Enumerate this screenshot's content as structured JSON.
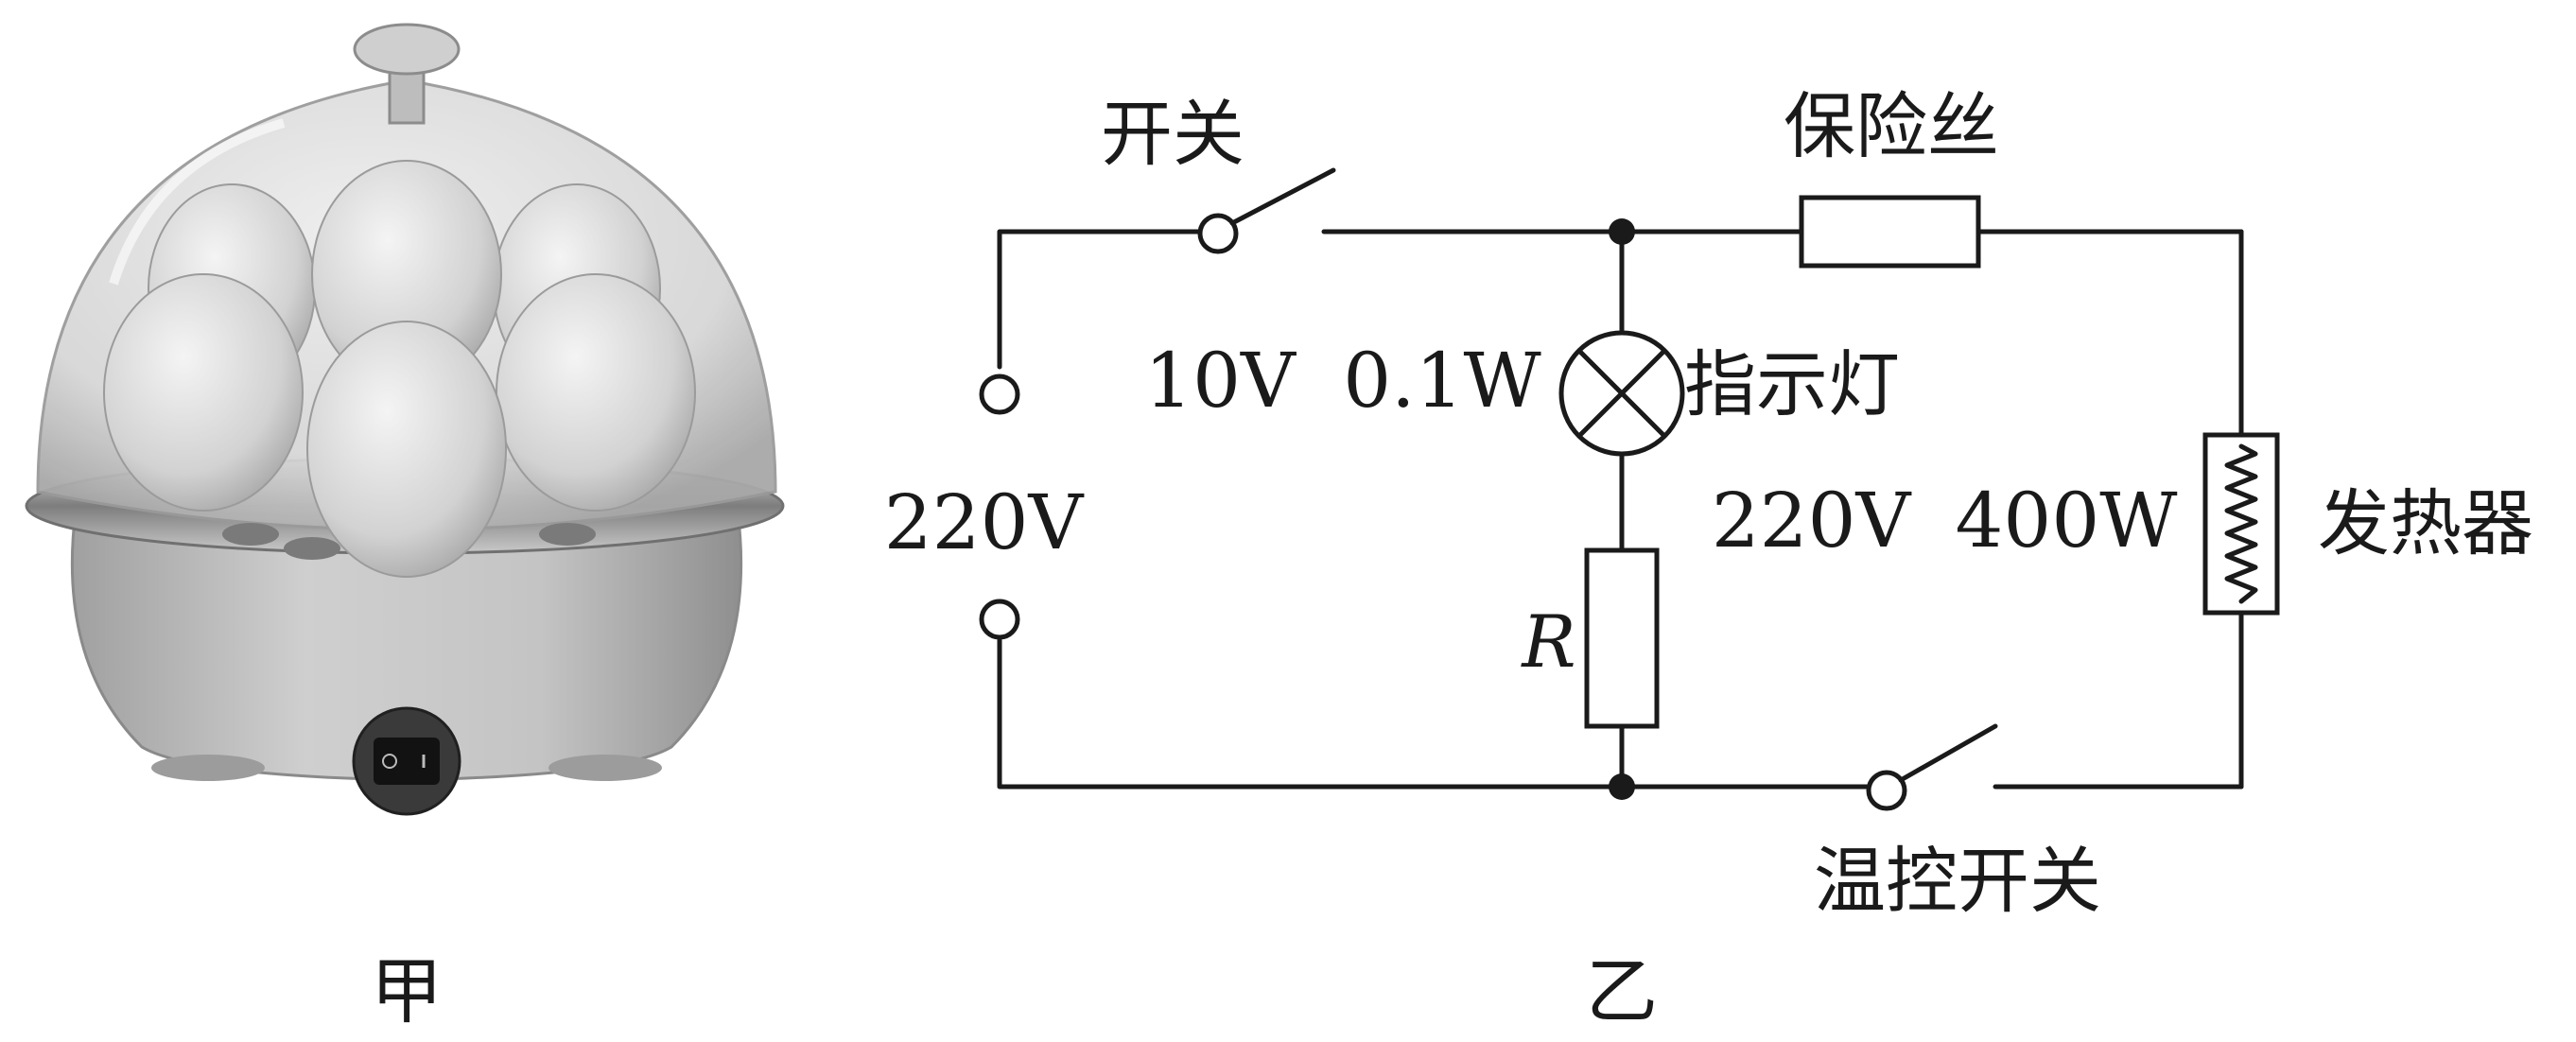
{
  "figure_left": {
    "caption": "甲",
    "subject": "egg cooker with domed transparent lid, eggs inside, rocker power switch on base"
  },
  "figure_right": {
    "caption": "乙",
    "labels": {
      "switch": "开关",
      "fuse": "保险丝",
      "supply_voltage": "220V",
      "indicator_rating_v": "10V",
      "indicator_rating_w": "0.1W",
      "indicator": "指示灯",
      "resistor": "R",
      "heater_rating_v": "220V",
      "heater_rating_w": "400W",
      "heater": "发热器",
      "thermostat_switch": "温控开关"
    }
  },
  "colors": {
    "ink": "#1a1a1a",
    "background": "#ffffff"
  }
}
